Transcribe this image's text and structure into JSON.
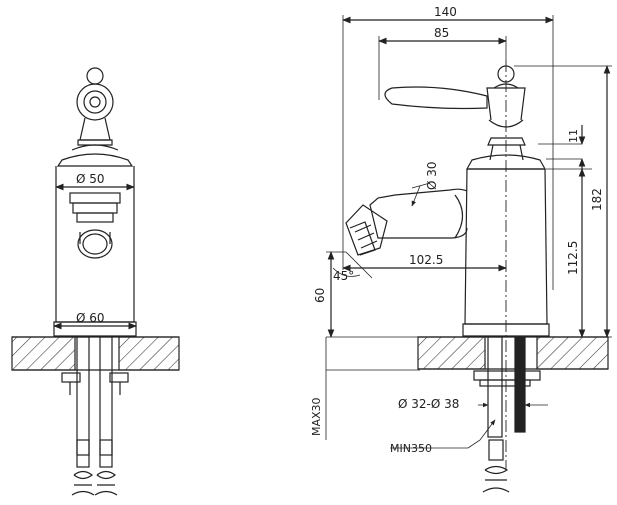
{
  "diagram": {
    "type": "technical-drawing",
    "subject": "bidet mixer faucet",
    "colors": {
      "line": "#222222",
      "hatch": "#333333",
      "background": "#ffffff"
    },
    "front_view": {
      "dimensions": [
        {
          "id": "body-diameter",
          "label": "Ø 50"
        },
        {
          "id": "base-diameter",
          "label": "Ø 60"
        }
      ]
    },
    "side_view": {
      "dimensions": [
        {
          "id": "overall-width",
          "label": "140"
        },
        {
          "id": "lever-length",
          "label": "85"
        },
        {
          "id": "knob-gap",
          "label": "11"
        },
        {
          "id": "overall-height",
          "label": "182"
        },
        {
          "id": "spout-diameter",
          "label": "Ø 30"
        },
        {
          "id": "spout-reach",
          "label": "102.5"
        },
        {
          "id": "spout-height",
          "label": "112.5"
        },
        {
          "id": "spout-angle",
          "label": "45°"
        },
        {
          "id": "outlet-height",
          "label": "60"
        },
        {
          "id": "max-deck-thickness",
          "label": "MAX30"
        },
        {
          "id": "mounting-hole",
          "label": "Ø 32-Ø 38"
        },
        {
          "id": "min-hose-length",
          "label": "MIN350"
        }
      ]
    }
  }
}
